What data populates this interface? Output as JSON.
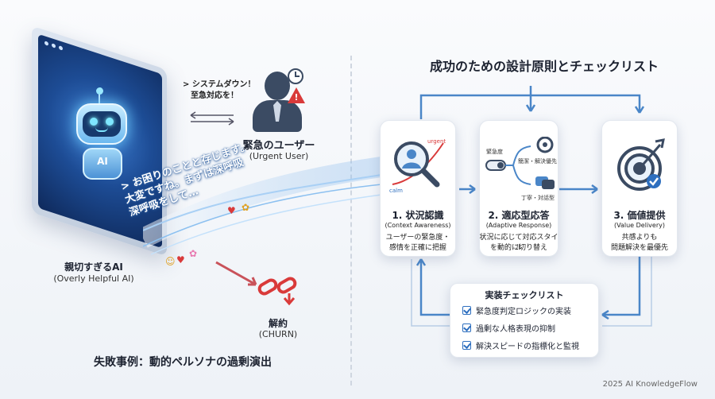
{
  "left": {
    "shout_line1": "> システムダウン！",
    "shout_line2": "至急対応を！",
    "user_label": "緊急のユーザー",
    "user_sub": "(Urgent User)",
    "ai_screen_label": "AI",
    "ai_label": "親切すぎるAI",
    "ai_sub": "(Overly Helpful AI)",
    "bubble_line1": "> お困りのことと存じます。",
    "bubble_line2": "大変ですね。まずは深呼吸",
    "bubble_line3": "深呼吸をして…",
    "churn_label": "解約",
    "churn_sub": "(CHURN)",
    "fail_title": "失敗事例：動的ペルソナの過剰演出"
  },
  "right": {
    "title": "成功のための設計原則とチェックリスト",
    "cards": [
      {
        "title": "1. 状況認識",
        "en": "(Context Awareness)",
        "desc1": "ユーザーの緊急度・",
        "desc2": "感情を正確に把握",
        "tag_top": "urgent",
        "tag_bottom": "calm"
      },
      {
        "title": "2. 適応型応答",
        "en": "(Adaptive Response)",
        "desc1": "状況に応じて対応スタイル",
        "desc2": "を動的に切り替え",
        "tag_left": "緊急度",
        "tag_a": "簡潔・解決優先",
        "tag_b": "丁寧・対話型"
      },
      {
        "title": "3. 価値提供",
        "en": "(Value Delivery)",
        "desc1": "共感よりも",
        "desc2": "問題解決を最優先"
      }
    ],
    "checklist_title": "実装チェックリスト",
    "checklist": [
      "緊急度判定ロジックの実装",
      "過剰な人格表現の抑制",
      "解決スピードの指標化と監視"
    ]
  },
  "footer": "2025 AI KnowledgeFlow",
  "colors": {
    "accent": "#2e6fbf",
    "warn": "#d93a3a",
    "dark": "#3b4b63"
  }
}
